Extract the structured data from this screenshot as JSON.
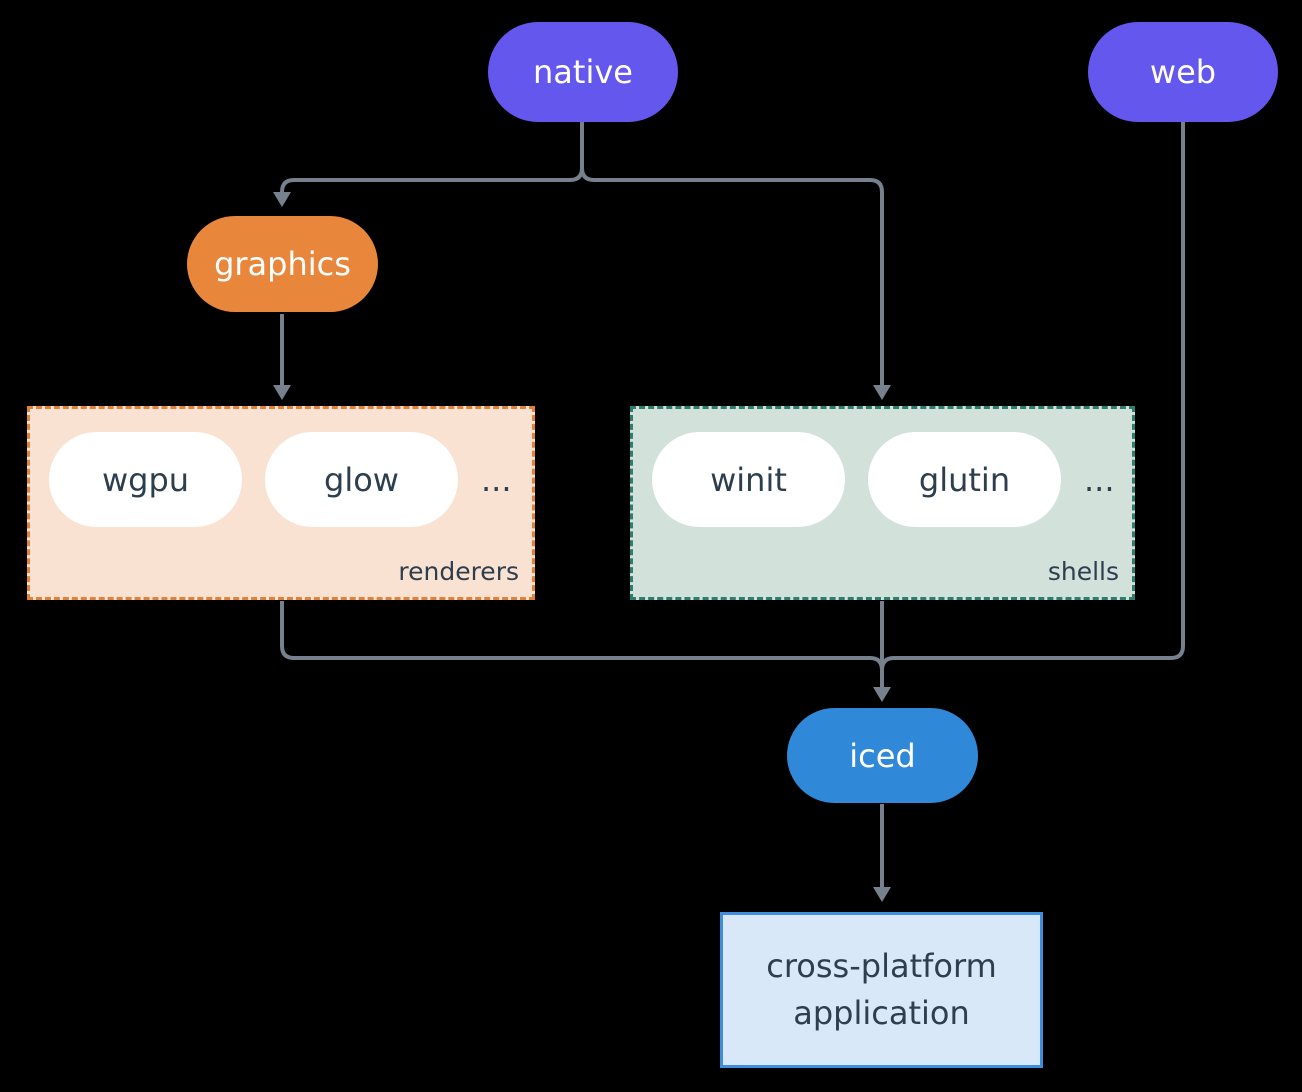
{
  "colors": {
    "background": "#000000",
    "platform_node": "#6457ee",
    "graphics_node": "#e8873c",
    "iced_node": "#2f88d8",
    "connector": "#76818d",
    "renderers_fill": "#f9e2d1",
    "renderers_border": "#e0813c",
    "shells_fill": "#d3e1db",
    "shells_border": "#2e7e70",
    "application_fill": "#d8e8f8",
    "application_border": "#3f8edd",
    "dark_text": "#2d3e4e",
    "node_text": "#ffffff"
  },
  "nodes": {
    "native": "native",
    "web": "web",
    "graphics": "graphics",
    "iced": "iced"
  },
  "groups": {
    "renderers": {
      "label": "renderers",
      "items": [
        "wgpu",
        "glow"
      ],
      "more": "..."
    },
    "shells": {
      "label": "shells",
      "items": [
        "winit",
        "glutin"
      ],
      "more": "..."
    }
  },
  "application": {
    "line1": "cross-platform",
    "line2": "application"
  }
}
